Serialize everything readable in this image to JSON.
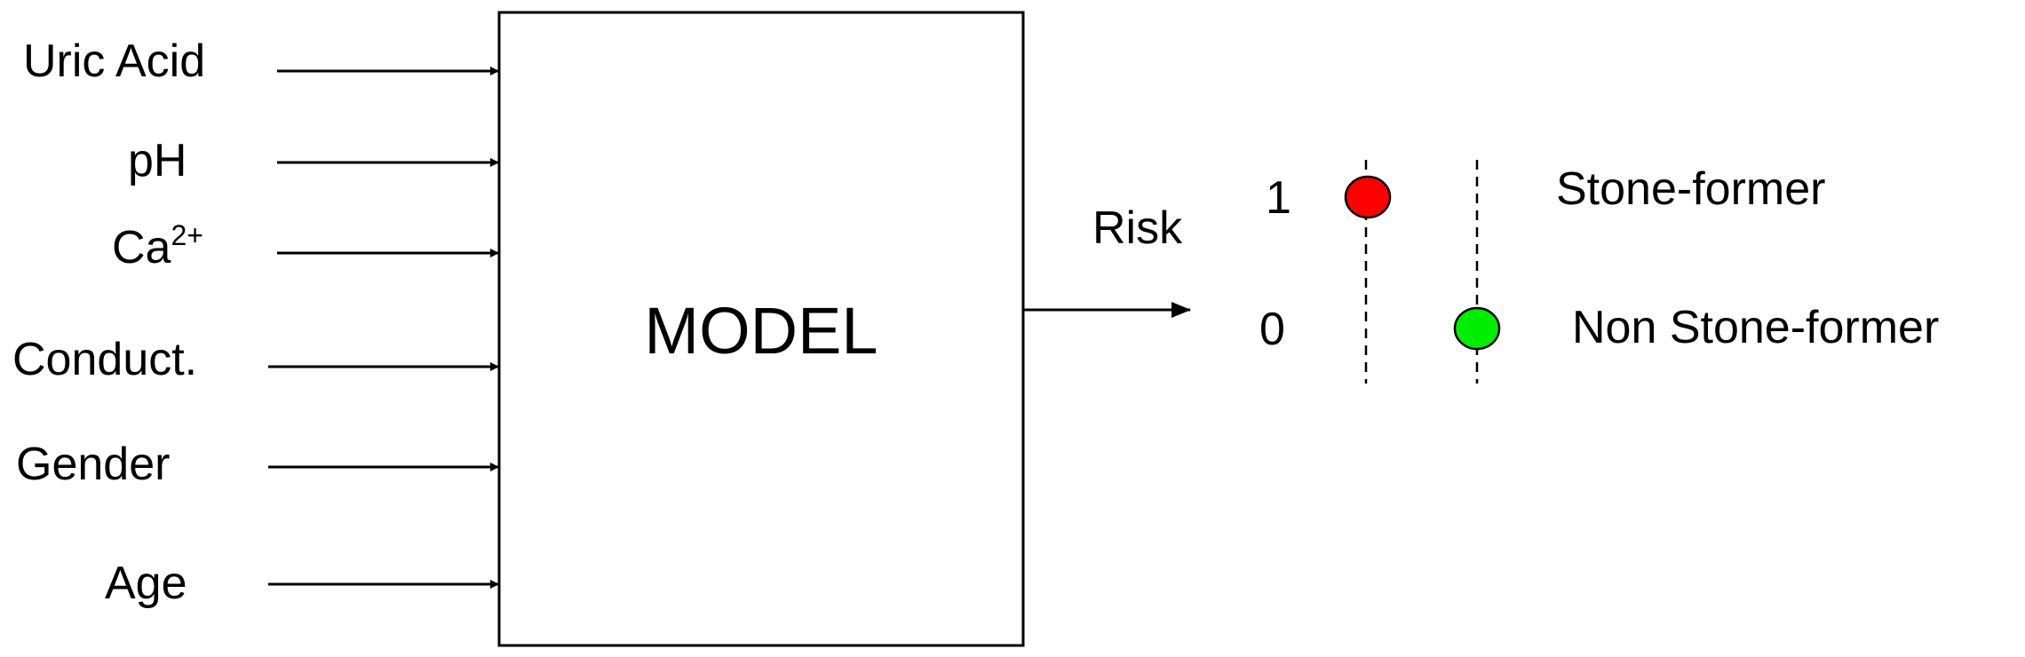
{
  "model": {
    "label": "MODEL"
  },
  "inputs": [
    {
      "label": "Uric Acid"
    },
    {
      "label": "pH"
    },
    {
      "label": "Ca",
      "superscript": "2+"
    },
    {
      "label": "Conduct."
    },
    {
      "label": "Gender"
    },
    {
      "label": "Age"
    }
  ],
  "output": {
    "label": "Risk",
    "levels": [
      "1",
      "0"
    ]
  },
  "classes": [
    {
      "label": "Stone-former",
      "value": "1",
      "color": "#ff0000"
    },
    {
      "label": "Non Stone-former",
      "value": "0",
      "color": "#00ee00"
    }
  ]
}
